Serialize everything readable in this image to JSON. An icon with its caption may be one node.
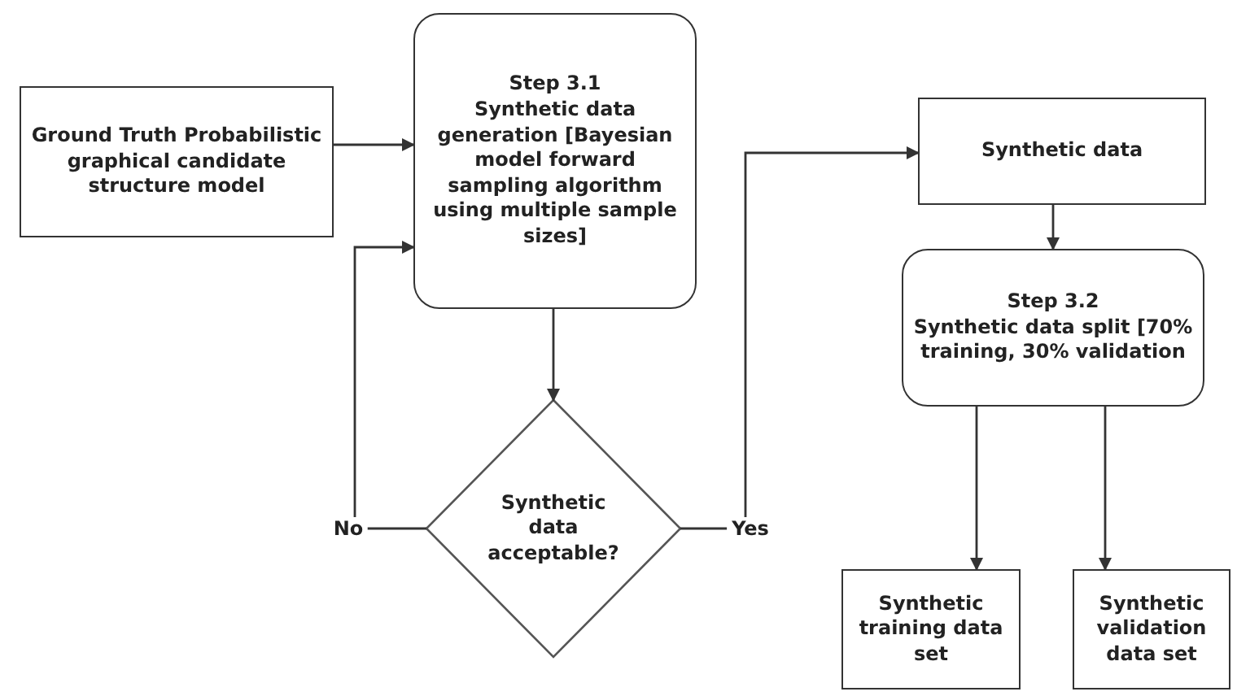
{
  "diagram": {
    "nodes": [
      {
        "text": [
          "Ground Truth Probabilistic graphical candidate structure model"
        ]
      },
      {
        "text": [
          "Step 3.1",
          "Synthetic data generation [Bayesian model forward sampling algorithm using multiple sample sizes]"
        ]
      },
      {
        "text": [
          "Synthetic data acceptable?"
        ]
      },
      {
        "text": [
          "Synthetic data"
        ]
      },
      {
        "text": [
          "Step 3.2",
          "Synthetic data split [70% training, 30% validation"
        ]
      },
      {
        "text": [
          "Synthetic training data set"
        ]
      },
      {
        "text": [
          "Synthetic validation data set"
        ]
      }
    ],
    "edges": [
      {
        "from": 0,
        "to": 1,
        "arrow": "to"
      },
      {
        "from": 1,
        "to": 2,
        "arrow": "to"
      },
      {
        "from": 2,
        "to": 1,
        "arrow": "to",
        "label": "No"
      },
      {
        "from": 2,
        "to": 3,
        "arrow": "to",
        "label": "Yes"
      },
      {
        "from": 3,
        "to": 4,
        "arrow": "to"
      },
      {
        "from": 4,
        "to": 5,
        "arrow": "to"
      },
      {
        "from": 4,
        "to": 6,
        "arrow": "to"
      }
    ]
  }
}
